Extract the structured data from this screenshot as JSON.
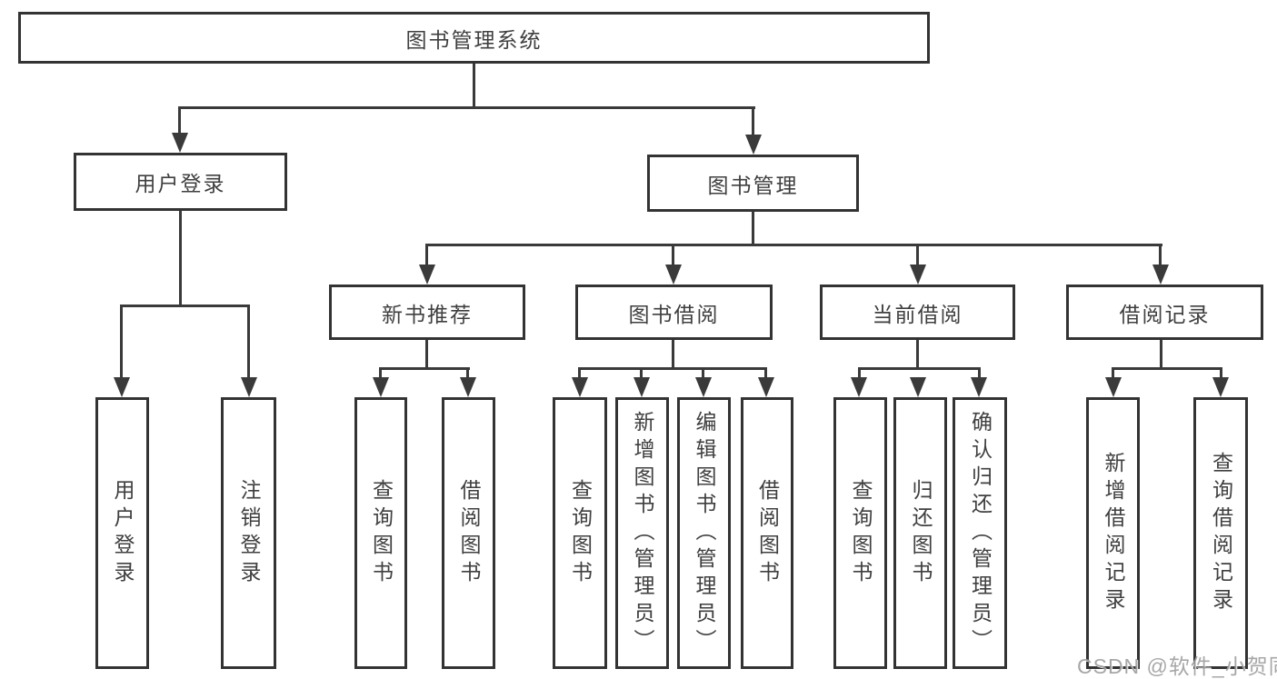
{
  "colors": {
    "line": "#3a3a3a",
    "border": "#333333",
    "text": "#3f3f3f",
    "box_background": "#ffffff",
    "background": "#ffffff",
    "watermark": "#a0a0a0"
  },
  "diagram": {
    "root": {
      "label": "图书管理系统"
    },
    "branches": [
      {
        "label": "用户登录",
        "children": [
          {
            "label": "用户登录"
          },
          {
            "label": "注销登录"
          }
        ]
      },
      {
        "label": "图书管理",
        "children": [
          {
            "label": "新书推荐",
            "children": [
              {
                "label": "查询图书"
              },
              {
                "label": "借阅图书"
              }
            ]
          },
          {
            "label": "图书借阅",
            "children": [
              {
                "label": "查询图书"
              },
              {
                "label": "新增图书（管理员）"
              },
              {
                "label": "编辑图书（管理员）"
              },
              {
                "label": "借阅图书"
              }
            ]
          },
          {
            "label": "当前借阅",
            "children": [
              {
                "label": "查询图书"
              },
              {
                "label": "归还图书"
              },
              {
                "label": "确认归还（管理员）"
              }
            ]
          },
          {
            "label": "借阅记录",
            "children": [
              {
                "label": "新增借阅记录"
              },
              {
                "label": "查询借阅记录"
              }
            ]
          }
        ]
      }
    ]
  },
  "watermark": {
    "text": "CSDN @软件_小贺同学"
  }
}
